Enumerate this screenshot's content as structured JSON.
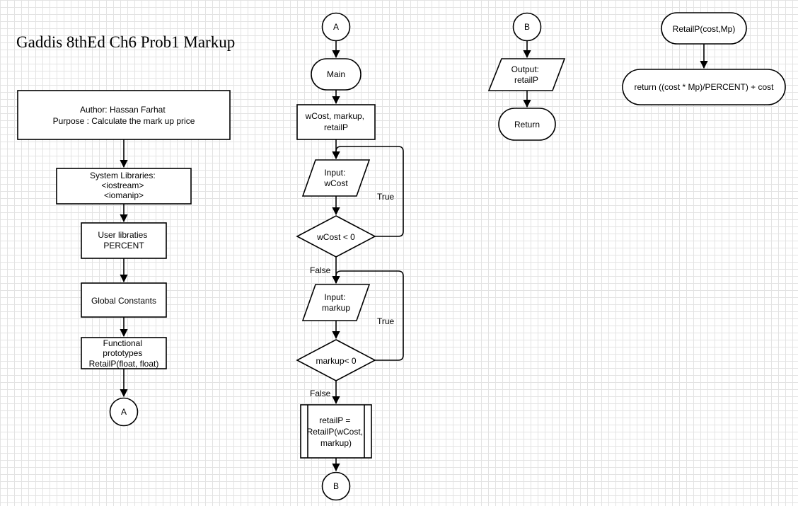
{
  "diagram": {
    "title": "Gaddis 8thEd Ch6 Prob1 Markup",
    "left_column": {
      "header_box": [
        "Author: Hassan Farhat",
        "Purpose : Calculate the mark up price"
      ],
      "system_libraries": [
        "System Libraries:",
        "<iostream>",
        "<iomanip>"
      ],
      "user_libraries": [
        "User libraties",
        "PERCENT"
      ],
      "global_constants": [
        "Global Constants"
      ],
      "function_prototypes": [
        "Functional",
        "prototypes",
        "RetailP(float, float)"
      ],
      "connector_a": "A"
    },
    "main_column": {
      "connector_a": "A",
      "main_terminal": "Main",
      "variables_box": [
        "wCost, markup,",
        "retailP"
      ],
      "input_wcost": [
        "Input:",
        "wCost"
      ],
      "decision_wcost": "wCost < 0",
      "input_markup": [
        "Input:",
        "markup"
      ],
      "decision_markup": "markup< 0",
      "process_retail": [
        "retailP =",
        "RetailP(wCost,",
        "markup)"
      ],
      "connector_b": "B",
      "label_true": "True",
      "label_false": "False"
    },
    "output_column": {
      "connector_b": "B",
      "output_box": [
        "Output:",
        "retailP"
      ],
      "return_terminal": "Return"
    },
    "function_column": {
      "function_terminal": "RetailP(cost,Mp)",
      "return_terminal": "return ((cost * Mp)/PERCENT) + cost"
    },
    "colors": {
      "stroke": "#000000",
      "fill": "#ffffff",
      "grid": "#e3e3e3"
    }
  }
}
